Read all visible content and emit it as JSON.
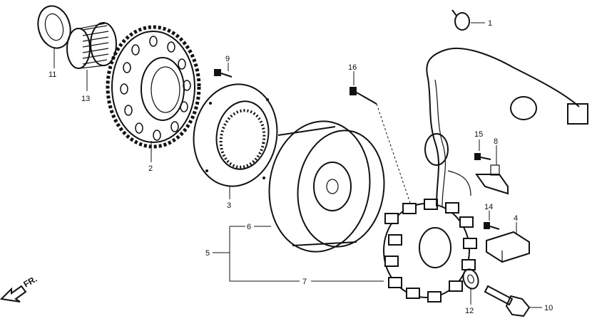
{
  "diagram": {
    "direction_label": "FR.",
    "callouts": [
      {
        "id": "c1",
        "text": "1"
      },
      {
        "id": "c2",
        "text": "2"
      },
      {
        "id": "c3",
        "text": "3"
      },
      {
        "id": "c4",
        "text": "4"
      },
      {
        "id": "c5",
        "text": "5"
      },
      {
        "id": "c6",
        "text": "6"
      },
      {
        "id": "c7",
        "text": "7"
      },
      {
        "id": "c8",
        "text": "8"
      },
      {
        "id": "c9",
        "text": "9"
      },
      {
        "id": "c10",
        "text": "10"
      },
      {
        "id": "c11",
        "text": "11"
      },
      {
        "id": "c12",
        "text": "12"
      },
      {
        "id": "c13",
        "text": "13"
      },
      {
        "id": "c14",
        "text": "14"
      },
      {
        "id": "c15",
        "text": "15"
      },
      {
        "id": "c16",
        "text": "16"
      }
    ]
  }
}
